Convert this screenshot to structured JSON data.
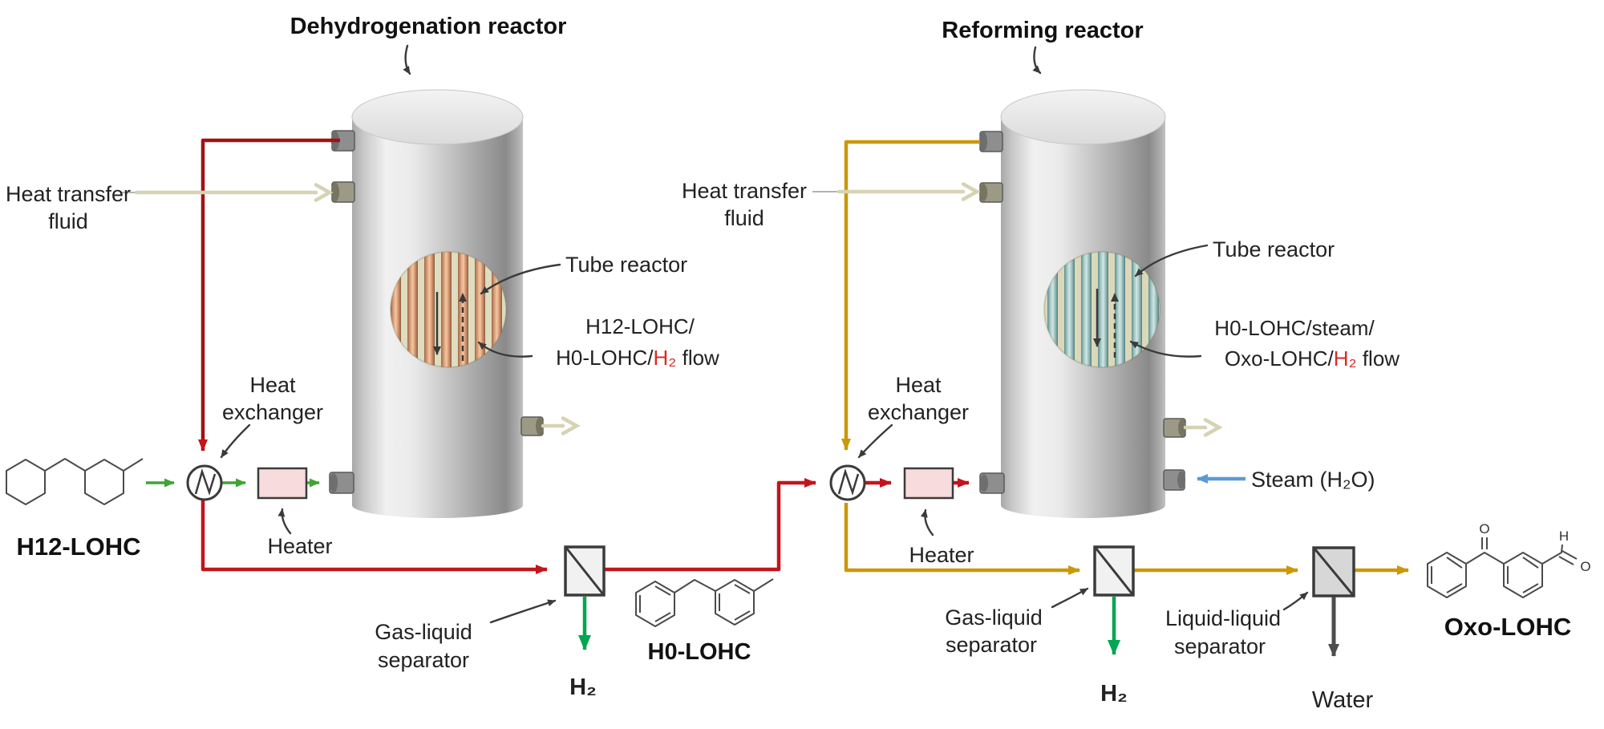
{
  "figure": {
    "titles": {
      "reactor1": "Dehydrogenation reactor",
      "reactor2": "Reforming reactor"
    },
    "labels": {
      "heat_transfer_fluid_l1": "Heat transfer",
      "heat_transfer_fluid_l2": "fluid",
      "tube_reactor": "Tube reactor",
      "heat_exchanger_l1": "Heat",
      "heat_exchanger_l2": "exchanger",
      "heater": "Heater",
      "gas_liquid_separator_l1": "Gas-liquid",
      "gas_liquid_separator_l2": "separator",
      "liquid_liquid_separator_l1": "Liquid-liquid",
      "liquid_liquid_separator_l2": "separator",
      "h2": "H₂",
      "water": "Water",
      "steam": "Steam (H₂O)"
    },
    "callouts": {
      "flow1_l1": "H12-LOHC/",
      "flow1_l2_pre": "H0-LOHC/",
      "flow1_l2_h2": "H₂",
      "flow1_l2_post": " flow",
      "flow2_l1": "H0-LOHC/steam/",
      "flow2_l2_pre": "Oxo-LOHC/",
      "flow2_l2_h2": "H₂",
      "flow2_l2_post": " flow"
    },
    "molecules": {
      "h12": "H12-LOHC",
      "h0": "H0-LOHC",
      "oxo": "Oxo-LOHC",
      "atom_o": "O",
      "atom_h": "H"
    },
    "colors": {
      "product_hot": "#A11216",
      "product": "#C3151C",
      "feed_green": "#3FA535",
      "h2_green": "#00A651",
      "reformate_gold": "#CC9708",
      "heat_fluid_beige": "#D6D3B4",
      "steam_blue": "#5B9BD5",
      "water_gray": "#4D4D4D",
      "heater_fill": "#F7DBDD",
      "h2_text_red": "#D92B26"
    }
  }
}
